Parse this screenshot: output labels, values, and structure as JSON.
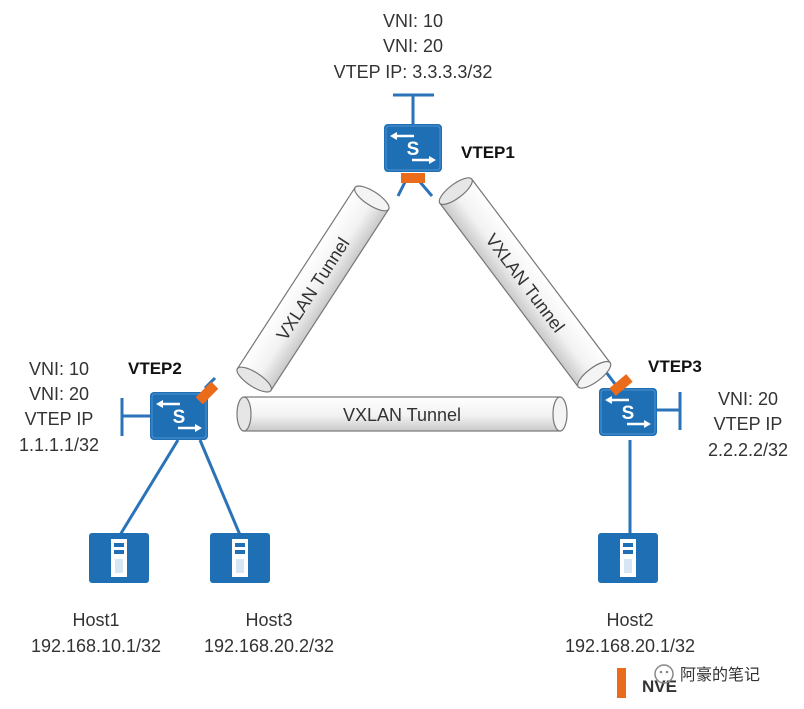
{
  "vtep1": {
    "name": "VTEP1",
    "lines": [
      "VNI: 10",
      "VNI: 20",
      "VTEP IP: 3.3.3.3/32"
    ]
  },
  "vtep2": {
    "name": "VTEP2",
    "lines": [
      "VNI: 10",
      "VNI: 20",
      "VTEP IP",
      "1.1.1.1/32"
    ]
  },
  "vtep3": {
    "name": "VTEP3",
    "lines": [
      "VNI: 20",
      "VTEP IP",
      "2.2.2.2/32"
    ]
  },
  "switch_letter": "S",
  "tunnels": {
    "t12": "VXLAN Tunnel",
    "t13": "VXLAN Tunnel",
    "t23": "VXLAN Tunnel"
  },
  "hosts": [
    {
      "name": "Host1",
      "ip": "192.168.10.1/32"
    },
    {
      "name": "Host3",
      "ip": "192.168.20.2/32"
    },
    {
      "name": "Host2",
      "ip": "192.168.20.1/32"
    }
  ],
  "legend": {
    "nve_label": "NVE"
  },
  "watermark": {
    "text": "阿豪的笔记"
  },
  "colors": {
    "device_blue": "#1f6fb5",
    "link_blue": "#2b73b8",
    "nve_orange": "#ea6b1a"
  }
}
